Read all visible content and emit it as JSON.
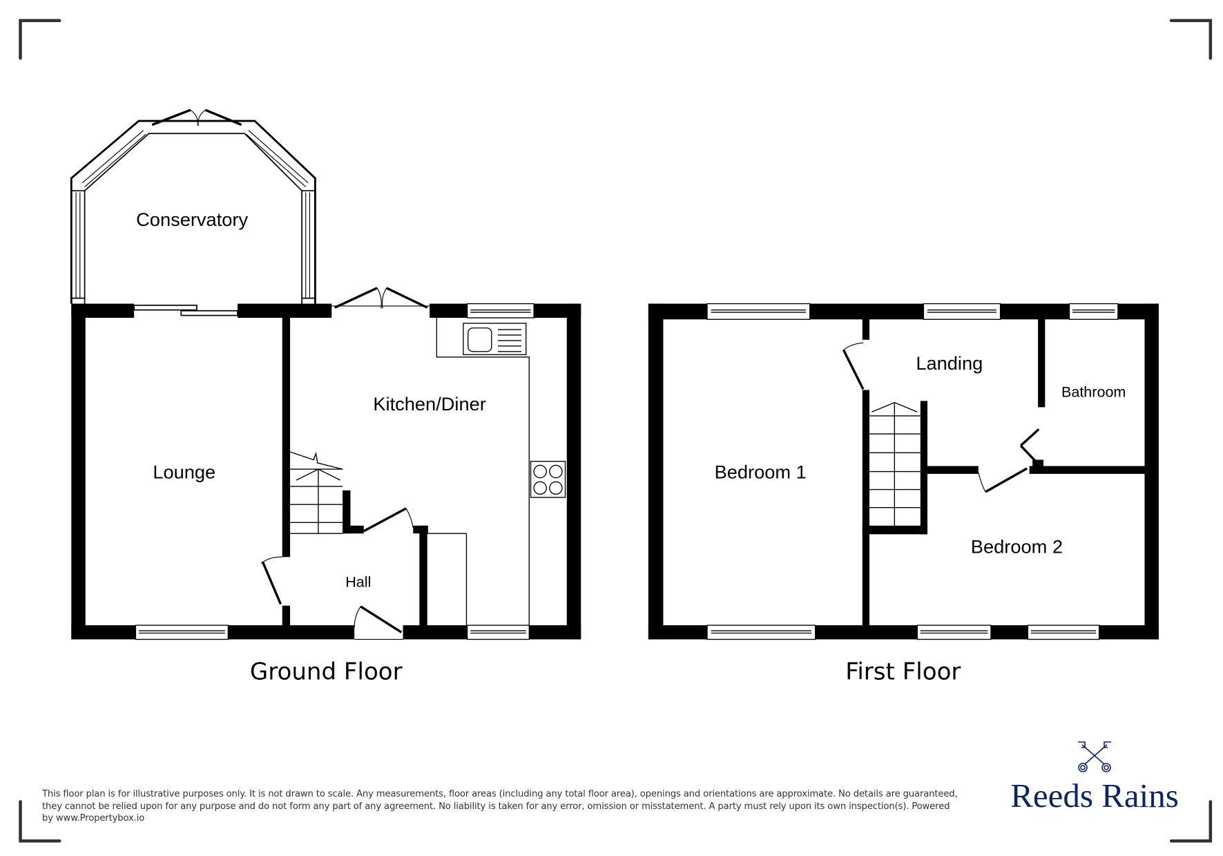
{
  "ground_floor": {
    "title": "Ground Floor",
    "rooms": {
      "conservatory": "Conservatory",
      "lounge": "Lounge",
      "kitchen_diner": "Kitchen/Diner",
      "hall": "Hall"
    }
  },
  "first_floor": {
    "title": "First Floor",
    "rooms": {
      "bedroom1": "Bedroom 1",
      "landing": "Landing",
      "bathroom": "Bathroom",
      "bedroom2": "Bedroom 2"
    }
  },
  "disclaimer": "This floor plan is for illustrative purposes only. It is not drawn to scale. Any measurements, floor areas (including any total floor area), openings and orientations are approximate. No details are guaranteed, they cannot be relied upon for any purpose and do not form any part of any agreement. No liability is taken for any error, omission or misstatement. A party must rely upon its own inspection(s). Powered by www.Propertybox.io",
  "brand": {
    "name": "Reeds Rains",
    "logo_icon": "crossed-keys-icon",
    "color": "#0d2466"
  },
  "colors": {
    "wall": "#000000",
    "corner_marks": "#333333",
    "background": "#ffffff"
  }
}
